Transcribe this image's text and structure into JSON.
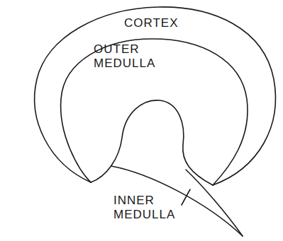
{
  "diagram": {
    "labels": [
      "CORTEX",
      "OUTER MEDULLA",
      "INNER MEDULLA"
    ]
  }
}
